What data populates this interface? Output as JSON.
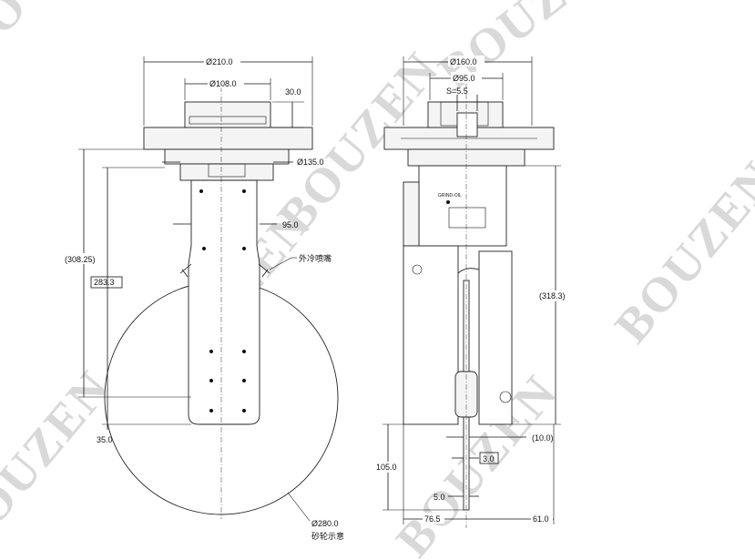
{
  "watermark": {
    "text": "BOUZEN",
    "color": "#d9d9d9"
  },
  "front_view": {
    "dims": {
      "flange_dia": "Ø210.0",
      "hub_dia": "Ø108.0",
      "hub_height": "30.0",
      "neck_dia": "Ø135.0",
      "arm_width": "95.0",
      "overall_height": "(308.25)",
      "arm_height": "283.3",
      "offset": "35.0",
      "wheel_dia": "Ø280.0"
    },
    "labels": {
      "nozzle": "外冷喷嘴",
      "wheel_note": "砂轮示意"
    }
  },
  "side_view": {
    "dims": {
      "flange_dia": "Ø160.0",
      "pilot_dia": "Ø95.0",
      "s_value": "S=5.5",
      "overall_height": "(318.3)",
      "wheel_offset": "(10.0)",
      "boxed_value": "3.0",
      "bottom_height": "105.0",
      "wheel_thickness": "5.0",
      "left_width": "76.5",
      "right_width": "61.0"
    }
  }
}
